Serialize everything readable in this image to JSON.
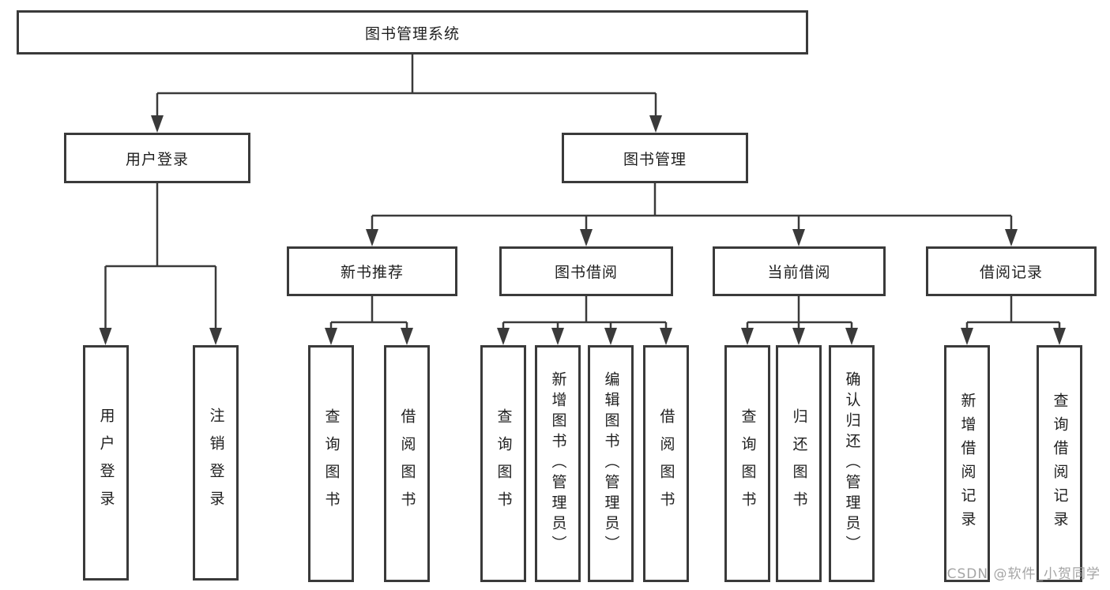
{
  "meta": {
    "watermark": "CSDN @软件_小贺同学"
  },
  "colors": {
    "line": "#3a3a3a",
    "background": "#ffffff",
    "text": "#1f1f1f",
    "watermark": "#9b9b9b"
  },
  "nodes": {
    "root": "图书管理系统",
    "level2": {
      "user_login": "用户登录",
      "book_management": "图书管理"
    },
    "user_login_children": [
      "用户登录",
      "注销登录"
    ],
    "level3": [
      "新书推荐",
      "图书借阅",
      "当前借阅",
      "借阅记录"
    ],
    "new_book_children": [
      "查询图书",
      "借阅图书"
    ],
    "book_borrow_children": [
      "查询图书",
      "新增图书（管理员）",
      "编辑图书（管理员）",
      "借阅图书"
    ],
    "current_borrow_children": [
      "查询图书",
      "归还图书",
      "确认归还（管理员）"
    ],
    "borrow_record_children": [
      "新增借阅记录",
      "查询借阅记录"
    ]
  }
}
